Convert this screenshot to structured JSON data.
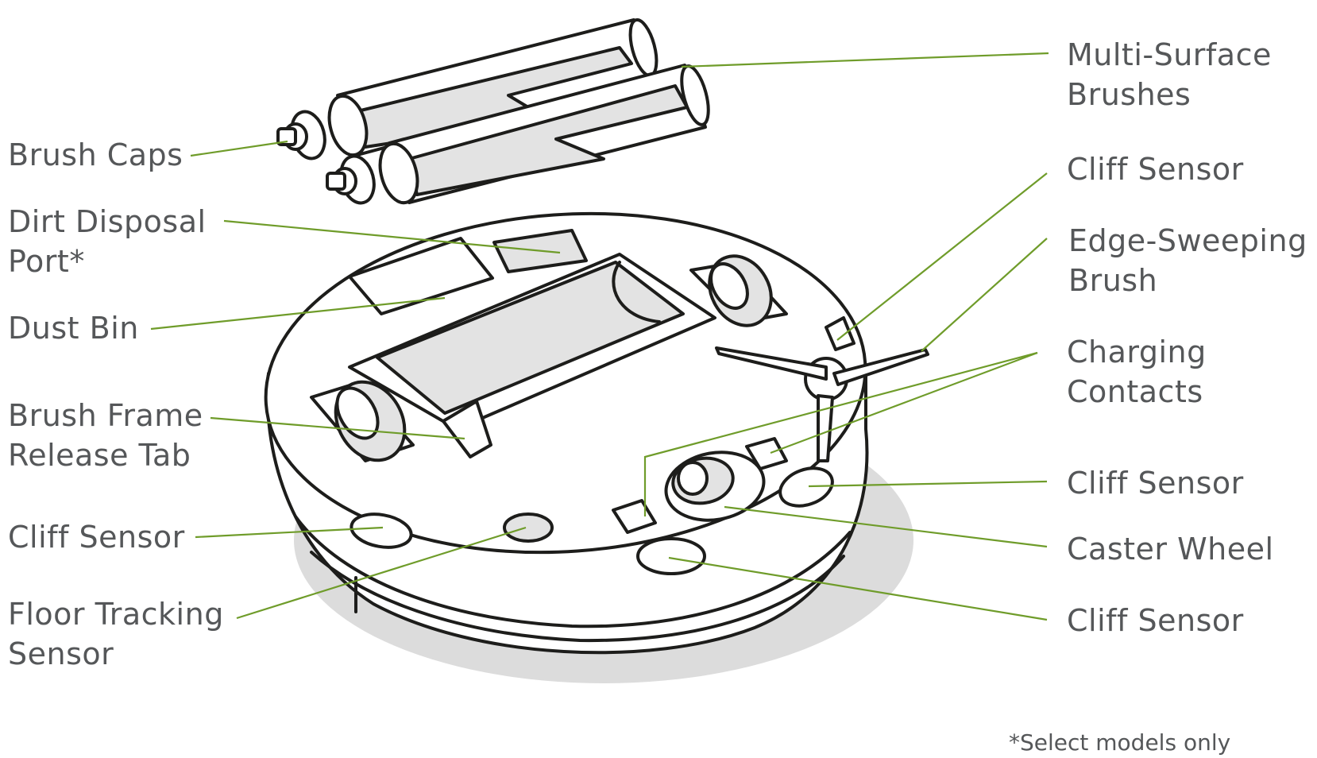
{
  "colors": {
    "leader": "#6f9c2a",
    "text": "#555759",
    "outline": "#1d1d1b",
    "shadow": "#dcdcdc",
    "fill": "#e3e3e3"
  },
  "labels": {
    "multi_surface_brushes": [
      "Multi-Surface",
      "Brushes"
    ],
    "brush_caps": [
      "Brush Caps"
    ],
    "cliff_sensor_top_right": [
      "Cliff Sensor"
    ],
    "dirt_disposal_port": [
      "Dirt Disposal",
      "Port*"
    ],
    "edge_sweeping_brush": [
      "Edge-Sweeping",
      "Brush"
    ],
    "dust_bin": [
      "Dust Bin"
    ],
    "charging_contacts": [
      "Charging",
      "Contacts"
    ],
    "brush_frame_release_tab": [
      "Brush Frame",
      "Release Tab"
    ],
    "cliff_sensor_mid_right": [
      "Cliff Sensor"
    ],
    "cliff_sensor_left": [
      "Cliff Sensor"
    ],
    "caster_wheel": [
      "Caster Wheel"
    ],
    "floor_tracking_sensor": [
      "Floor Tracking",
      "Sensor"
    ],
    "cliff_sensor_bottom_right": [
      "Cliff Sensor"
    ]
  },
  "footnote": "*Select models only"
}
